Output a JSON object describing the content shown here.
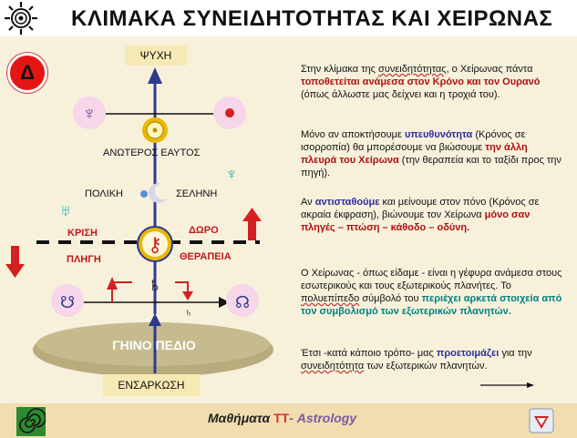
{
  "header": {
    "title": "ΚΛΙΜΑΚΑ ΣΥΝΕΙΔΗΤΟΤΗΤΑΣ ΚΑΙ ΧΕΙΡΩΝΑΣ"
  },
  "badge": {
    "letter": "Δ"
  },
  "diagram": {
    "psyche": "ΨΥΧΗ",
    "higher_self": "ΑΝΩΤΕΡΟΣ ΕΑΥΤΟΣ",
    "polar": "ΠΟΛΙΚΗ",
    "moon": "ΣΕΛΗΝΗ",
    "crisis": "ΚΡΙΣΗ",
    "wound": "ΠΛΗΓΗ",
    "gift": "ΔΩΡΟ",
    "therapy": "ΘΕΡΑΠΕΙΑ",
    "earth_field": "ΓΗΙΝΟ ΠΕΔΙΟ",
    "incarnation": "ΕΝΣΑΡΚΩΣΗ",
    "colors": {
      "red": "#d42020",
      "blue": "#2e3a8c",
      "sun": "#e8b800",
      "pink": "#f6d6e8",
      "teal": "#1fb0b8"
    }
  },
  "text": {
    "p1": {
      "a": "Στην κλίμακα της ",
      "b": "συνειδητότητας",
      "c": ", ο Χείρωνας πάντα ",
      "d": "τοποθετείται ανάμεσα στον Κρόνο και τον Ουρανό",
      "e": " (όπως άλλωστε μας δείχνει και η τροχιά του)."
    },
    "p2": {
      "a": "Μόνο αν αποκτήσουμε ",
      "b": "υπευθυνότητα",
      "c": " (Κρόνος σε ισορροπία) θα μπορέσουμε να βιώσουμε ",
      "d": "την άλλη πλευρά του Χείρωνα",
      "e": " (την θεραπεία και το ταξίδι προς την πηγή)."
    },
    "p3": {
      "a": "Αν ",
      "b": "αντισταθούμε",
      "c": " και μείνουμε στον πόνο (Κρόνος σε ακραία έκφραση), βιώνουμε τον Χείρωνα ",
      "d": "μόνο σαν πληγές – πτώση – κάθοδο – οδύνη."
    },
    "p4": {
      "a": "Ο Χείρωνας  - όπως είδαμε - είναι η γέφυρα ανάμεσα στους εσωτερικούς και τους εξωτερικούς πλανήτες. Το ",
      "b": "πολυεπίπεδο",
      "c": " σύμβολό του ",
      "d": "περιέχει αρκετά στοιχεία από τον συμβολισμό των εξωτερικών πλανητών."
    },
    "p5": {
      "a": "Έτσι -κατά κάποιο τρόπο- μας ",
      "b": "προετοιμάζει",
      "c": " για την ",
      "d": "συνειδητότητα",
      "e": " των εξωτερικών πλανητών."
    }
  },
  "footer": {
    "part1": "Μαθήματα ",
    "pi": "ΤΤ",
    "part2": "- Astrology"
  }
}
